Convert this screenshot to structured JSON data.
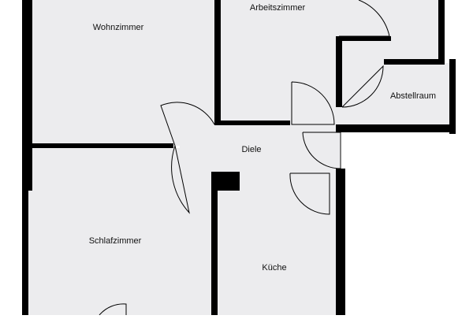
{
  "floor_plan": {
    "rooms": [
      {
        "id": "wohnzimmer",
        "label": "Wohnzimmer"
      },
      {
        "id": "arbeitszimmer",
        "label": "Arbeitszimmer"
      },
      {
        "id": "abstellraum",
        "label": "Abstellraum"
      },
      {
        "id": "diele",
        "label": "Diele"
      },
      {
        "id": "schlafzimmer",
        "label": "Schlafzimmer"
      },
      {
        "id": "kueche",
        "label": "Küche"
      }
    ]
  },
  "colors": {
    "floor": "#ececee",
    "wall": "#000000",
    "door_line": "#000000",
    "background": "#ffffff"
  }
}
